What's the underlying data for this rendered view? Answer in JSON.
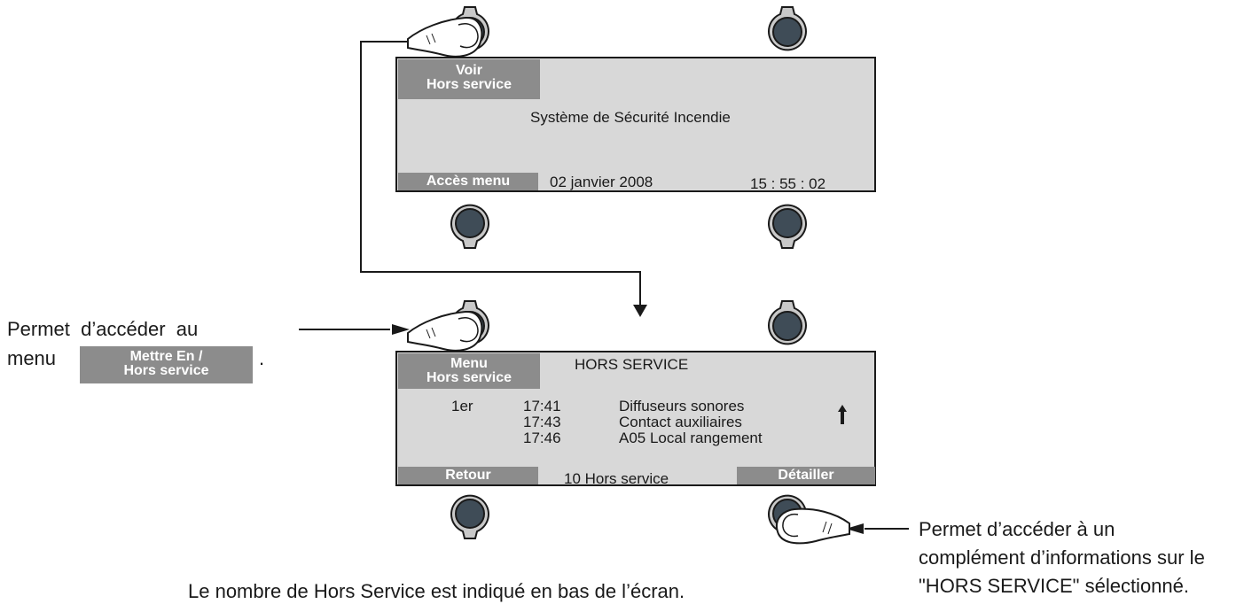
{
  "colors": {
    "screen_bg": "#d8d8d8",
    "softkey_bg": "#8c8c8c",
    "button_fill": "#3f4c57",
    "button_ring": "#c9c9c9",
    "line": "#1a1a1a"
  },
  "screen1": {
    "softkey_top_left": "Voir\nHors service",
    "title": "Système de Sécurité Incendie",
    "softkey_bottom_left": "Accès menu",
    "date": "02 janvier 2008",
    "time": "15 : 55 : 02"
  },
  "screen2": {
    "softkey_top_left": "Menu\nHors service",
    "title": "HORS SERVICE",
    "rank": "1er",
    "rows": [
      {
        "time": "17:41",
        "label": "Diffuseurs sonores"
      },
      {
        "time": "17:43",
        "label": "Contact auxiliaires"
      },
      {
        "time": "17:46",
        "label": "A05 Local rangement"
      }
    ],
    "scroll_icon": "up-arrow-icon",
    "softkey_bottom_left": "Retour",
    "count": "10 Hors service",
    "softkey_bottom_right": "Détailler"
  },
  "annotations": {
    "left_line1": "Permet  d’accéder  au",
    "left_line2_prefix": "menu",
    "left_inline_key": "Mettre En /\nHors service",
    "left_suffix": ".",
    "right_line1": "Permet d’accéder à un",
    "right_line2": "complément d’informations sur le",
    "right_line3": "\"HORS SERVICE\" sélectionné.",
    "bottom": "Le nombre de Hors Service est indiqué en bas de l’écran."
  }
}
